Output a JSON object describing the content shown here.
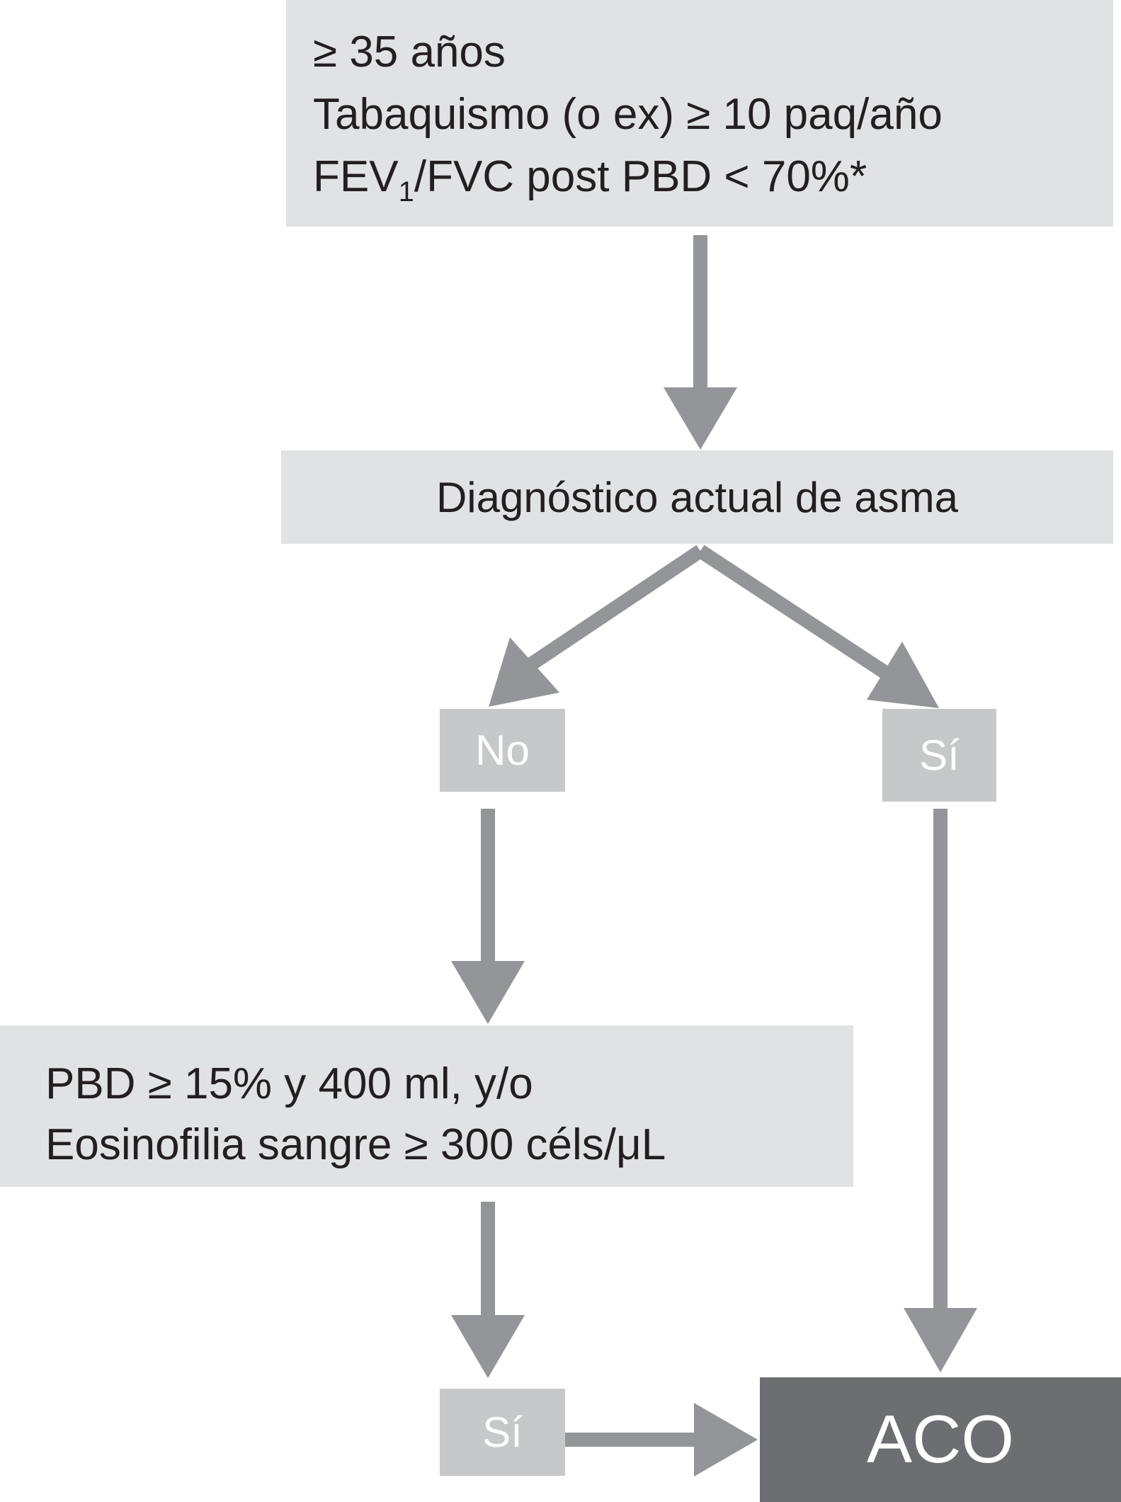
{
  "criteria_box": {
    "line1": "≥ 35 años",
    "line2": "Tabaquismo (o ex) ≥ 10 paq/año",
    "line3_pre": "FEV",
    "line3_sub": "1",
    "line3_post": "/FVC post PBD < 70%*"
  },
  "asthma_box": {
    "label": "Diagnóstico actual de asma"
  },
  "branch_no": {
    "label": "No"
  },
  "branch_yes": {
    "label": "Sí"
  },
  "pbd_box": {
    "line1": "PBD ≥ 15% y 400 ml, y/o",
    "line2": "Eosinofilia sangre ≥ 300 céls/μL"
  },
  "pbd_yes": {
    "label": "Sí"
  },
  "result_box": {
    "label": "ACO"
  },
  "colors": {
    "light_box": "#e1e2e3",
    "small_box": "#c7c8ca",
    "dark_box": "#6d6e71",
    "arrow": "#939598",
    "text": "#231f20"
  }
}
